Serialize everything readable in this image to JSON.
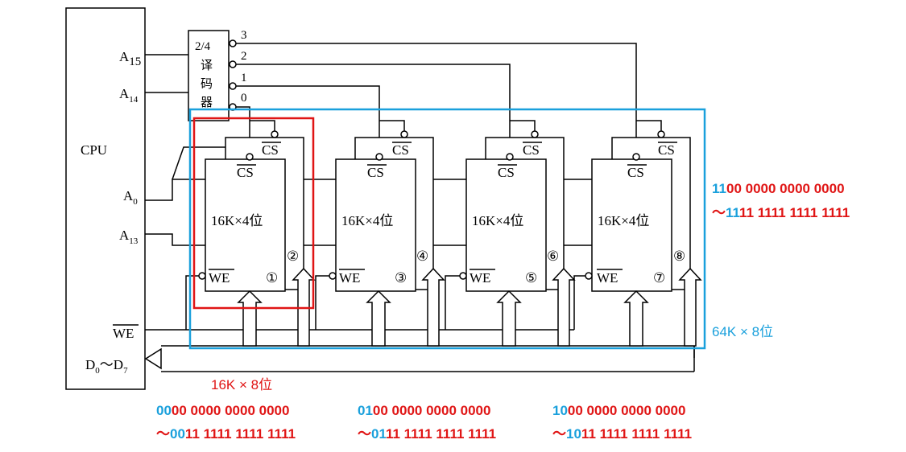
{
  "cpu": {
    "label": "CPU",
    "pins": {
      "a15": "A",
      "a15_sub": "15",
      "a14": "A",
      "a14_sub": "14",
      "a0": "A",
      "a0_sub": "0",
      "a13": "A",
      "a13_sub": "13",
      "we": "WE",
      "data_main": "D",
      "data_sub0": "0",
      "data_tilde": "～D",
      "data_sub7": "7"
    }
  },
  "decoder": {
    "lines": [
      "2/4",
      "译",
      "码",
      "器"
    ],
    "outputs": [
      "3",
      "2",
      "1",
      "0"
    ]
  },
  "chip_pairs": [
    {
      "front_chip": {
        "cs": "CS",
        "capacity": "16K×4位",
        "we": "WE",
        "num": "①"
      },
      "back_chip": {
        "cs": "CS",
        "num": "②"
      }
    },
    {
      "front_chip": {
        "cs": "CS",
        "capacity": "16K×4位",
        "we": "WE",
        "num": "③"
      },
      "back_chip": {
        "cs": "CS",
        "num": "④"
      }
    },
    {
      "front_chip": {
        "cs": "CS",
        "capacity": "16K×4位",
        "we": "WE",
        "num": "⑤"
      },
      "back_chip": {
        "cs": "CS",
        "num": "⑥"
      }
    },
    {
      "front_chip": {
        "cs": "CS",
        "capacity": "16K×4位",
        "we": "WE",
        "num": "⑦"
      },
      "back_chip": {
        "cs": "CS",
        "num": "⑧"
      }
    }
  ],
  "annotations": {
    "group_label": "16K × 8位",
    "total_label": "64K × 8位",
    "colors": {
      "high_bits": "#1aa0dc",
      "low_bits": "#e01515",
      "red_box": "#e01515",
      "blue_box": "#1aa0dc"
    },
    "ranges": [
      {
        "start_hi": "00",
        "start_lo": "00 0000 0000 0000",
        "tilde": "～",
        "end_hi": "00",
        "end_lo": "11 1111 1111 1111"
      },
      {
        "start_hi": "01",
        "start_lo": "00 0000 0000 0000",
        "tilde": "～",
        "end_hi": "01",
        "end_lo": "11 1111 1111 1111"
      },
      {
        "start_hi": "10",
        "start_lo": "00 0000 0000 0000",
        "tilde": "～",
        "end_hi": "10",
        "end_lo": "11 1111 1111 1111"
      },
      {
        "start_hi": "11",
        "start_lo": "00 0000 0000 0000",
        "tilde": "～",
        "end_hi": "11",
        "end_lo": "11 1111 1111 1111"
      }
    ]
  }
}
